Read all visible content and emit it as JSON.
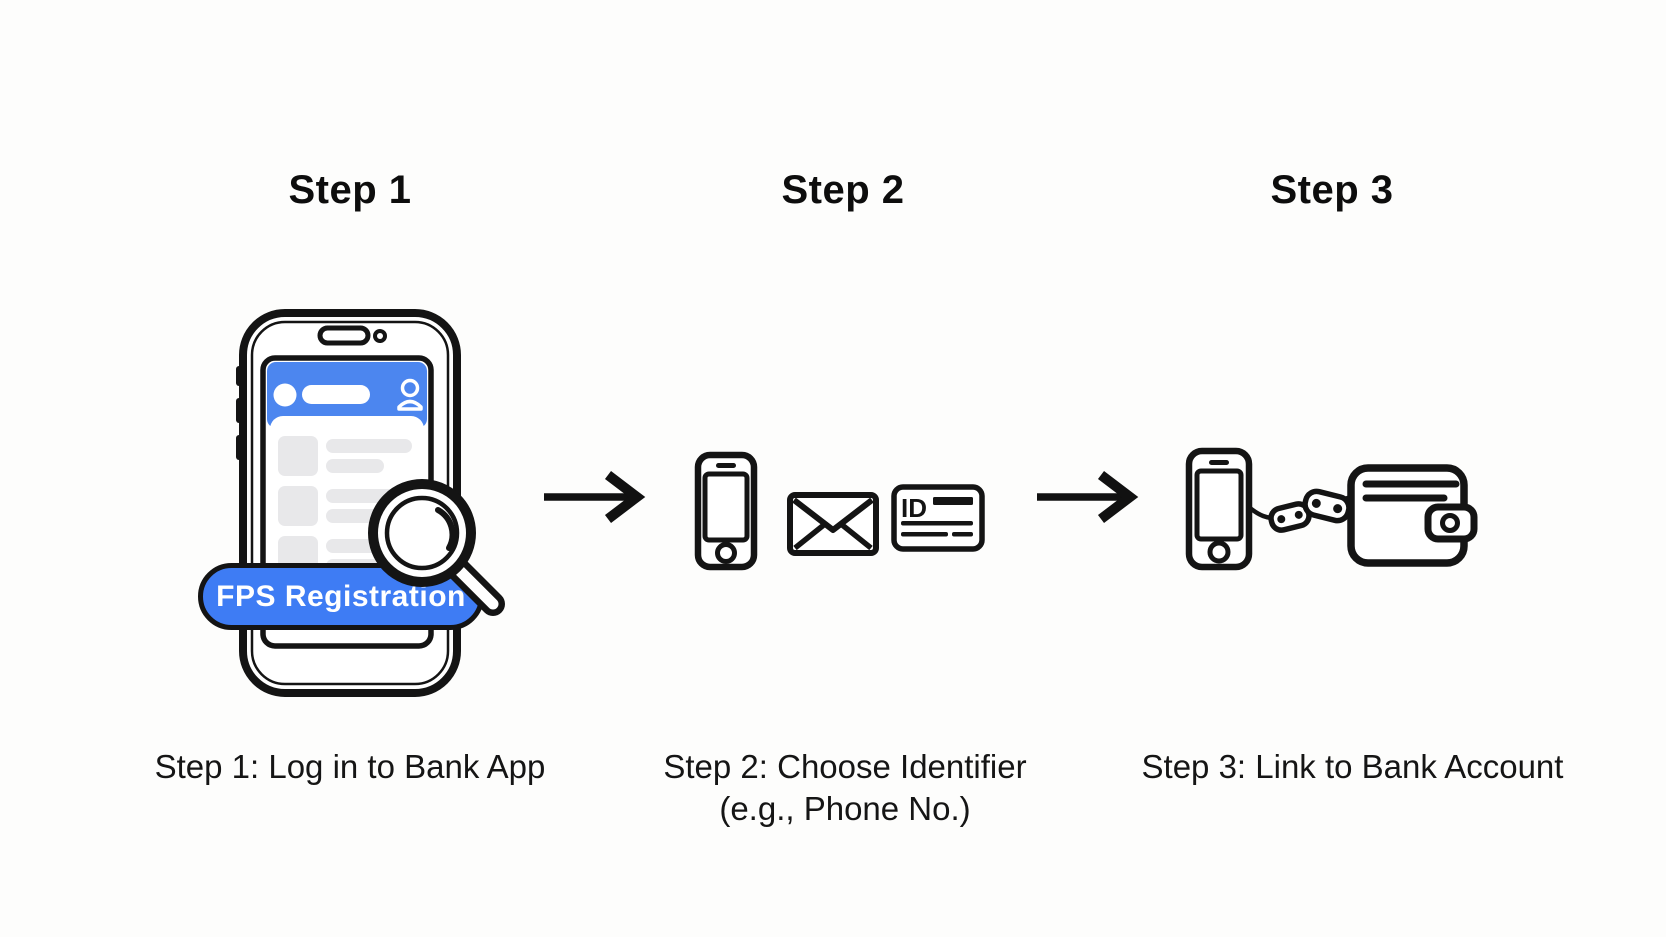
{
  "diagram": {
    "steps": [
      {
        "header": "Step 1",
        "caption_lines": [
          "Step 1: Log in to Bank App"
        ],
        "icons": [
          "bank-app-phone",
          "magnifier",
          "fps-registration-banner"
        ]
      },
      {
        "header": "Step 2",
        "caption_lines": [
          "Step 2: Choose Identifier",
          "(e.g., Phone No.)"
        ],
        "icons": [
          "smartphone",
          "envelope",
          "id-card"
        ]
      },
      {
        "header": "Step 3",
        "caption_lines": [
          "Step 3: Link to Bank Account"
        ],
        "icons": [
          "smartphone",
          "chain-link",
          "wallet"
        ]
      }
    ],
    "connectors": [
      "arrow-right",
      "arrow-right"
    ],
    "step1": {
      "banner_label": "FPS Registration"
    },
    "step2": {
      "id_card_label": "ID"
    },
    "colors": {
      "background": "#fdfdfc",
      "ink": "#111111",
      "banner_blue": "#3e7cf4",
      "app_header_blue": "#4c86ef",
      "placeholder_gray": "#e8e8ea",
      "text_white": "#ffffff"
    }
  }
}
